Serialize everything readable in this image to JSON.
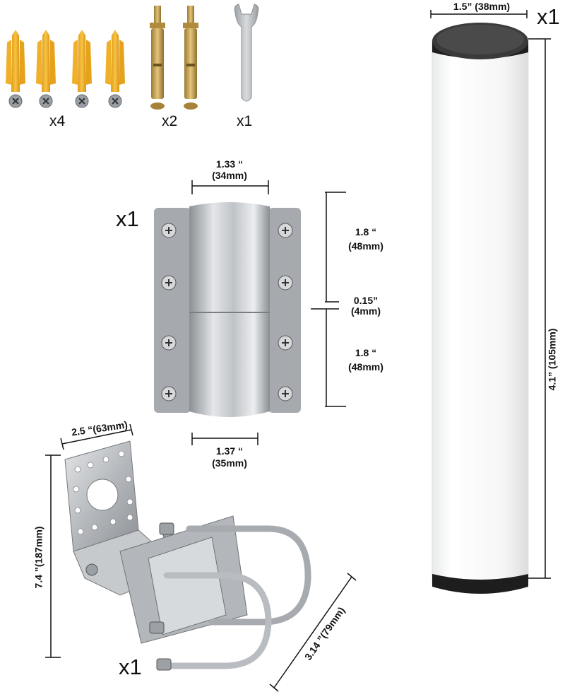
{
  "colors": {
    "anchor": "#f2b431",
    "brass": "#c9a456",
    "steel": "#b9bdc2",
    "tube_cap": "#2c2c2c",
    "line": "#111111"
  },
  "hardware": {
    "anchors_qty": "x4",
    "bolts_qty": "x2",
    "wrench_qty": "x1",
    "anchor_icon": "plastic-wall-anchor-icon",
    "bolt_icon": "expansion-bolt-icon",
    "wrench_icon": "wrench-icon"
  },
  "tube": {
    "qty": "x1",
    "diameter": "1.5” (38mm)",
    "length": "4.1” (105mm)"
  },
  "coupler": {
    "qty": "x1",
    "top_width_in": "1.33 “",
    "top_width_mm": "(34mm)",
    "upper_length_in": "1.8 “",
    "upper_length_mm": "(48mm)",
    "gap_in": "0.15”",
    "gap_mm": "(4mm)",
    "lower_length_in": "1.8 “",
    "lower_length_mm": "(48mm)",
    "bottom_width_in": "1.37 “",
    "bottom_width_mm": "(35mm)"
  },
  "bracket": {
    "qty": "x1",
    "plate_width": "2.5 “(63mm)",
    "height": "7.4 ”(187mm)",
    "clamp_width": "3.14 ”(79mm)"
  }
}
